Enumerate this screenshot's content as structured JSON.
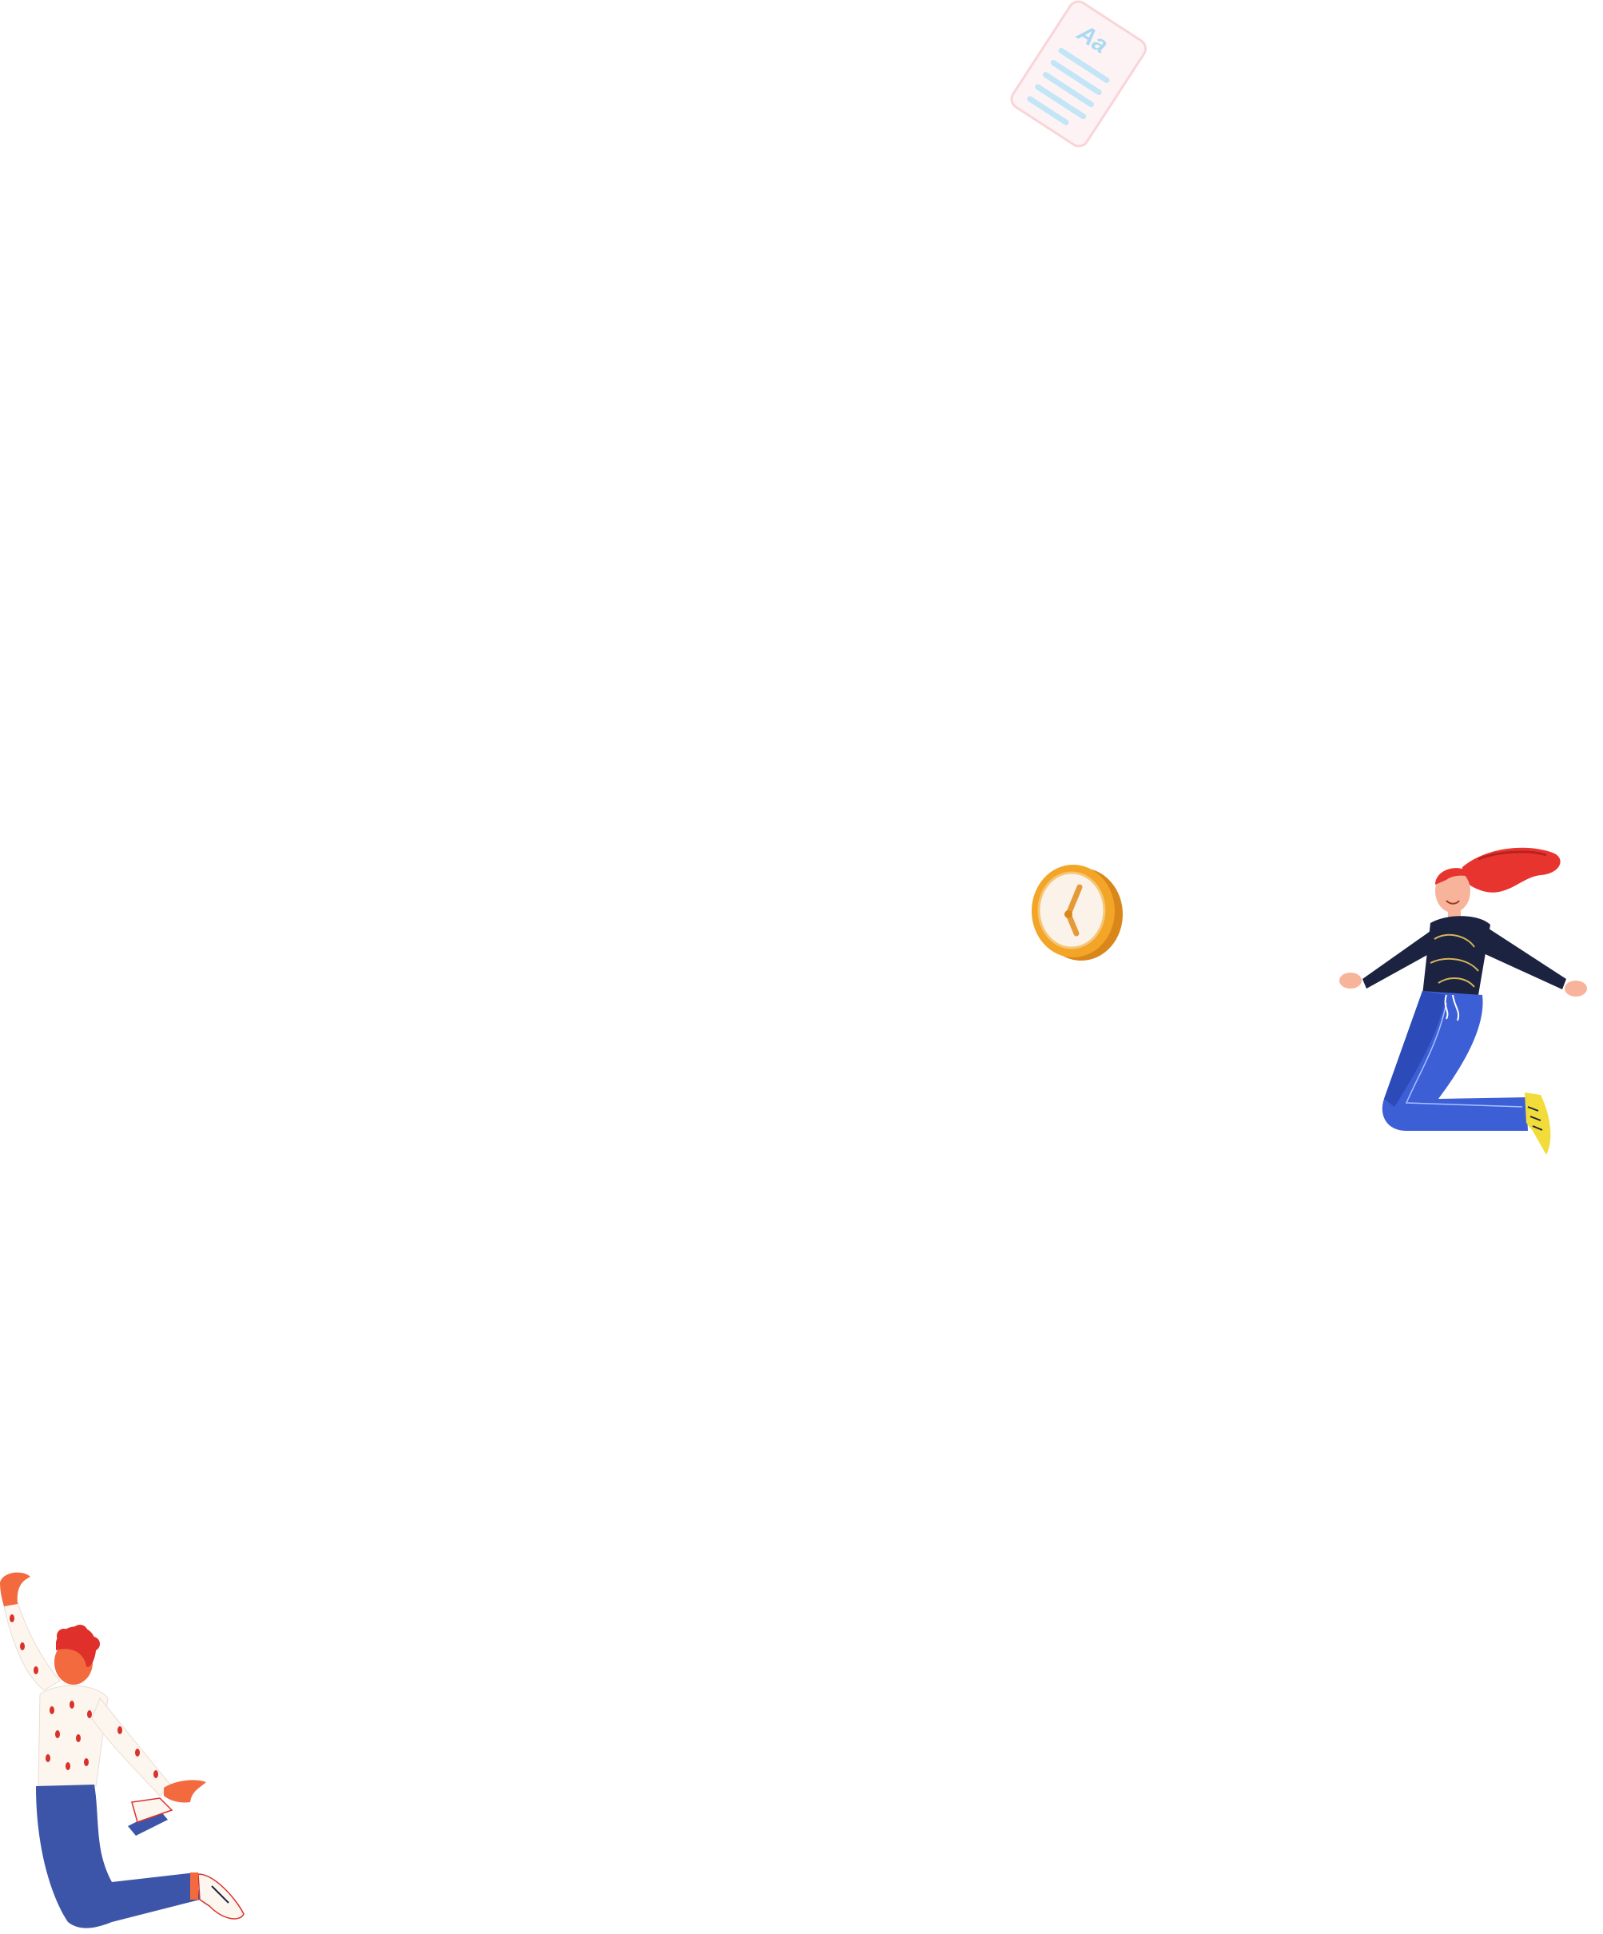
{
  "document_card": {
    "glyph_label": "Aa",
    "icon": "document-icon",
    "colors": {
      "card_border": "#f9d4d8",
      "lines": "#c3e6f7",
      "glyph": "#a9daf2"
    }
  },
  "clock": {
    "icon": "clock-icon",
    "colors": {
      "rim": "#f2a526",
      "rim_dark": "#d9861a",
      "face": "#fbf3ea",
      "hands": "#e59a3a"
    }
  },
  "illustrations": [
    {
      "name": "floating-woman",
      "colors": {
        "hair": "#e8342f",
        "top": "#1b2340",
        "trousers": "#3d5fd6",
        "shoes": "#f2dc3a"
      }
    },
    {
      "name": "jumping-man",
      "colors": {
        "hair": "#e0302b",
        "skin": "#f26a3d",
        "sweater": "#fdf6ef",
        "trousers": "#3c55a8"
      }
    }
  ]
}
